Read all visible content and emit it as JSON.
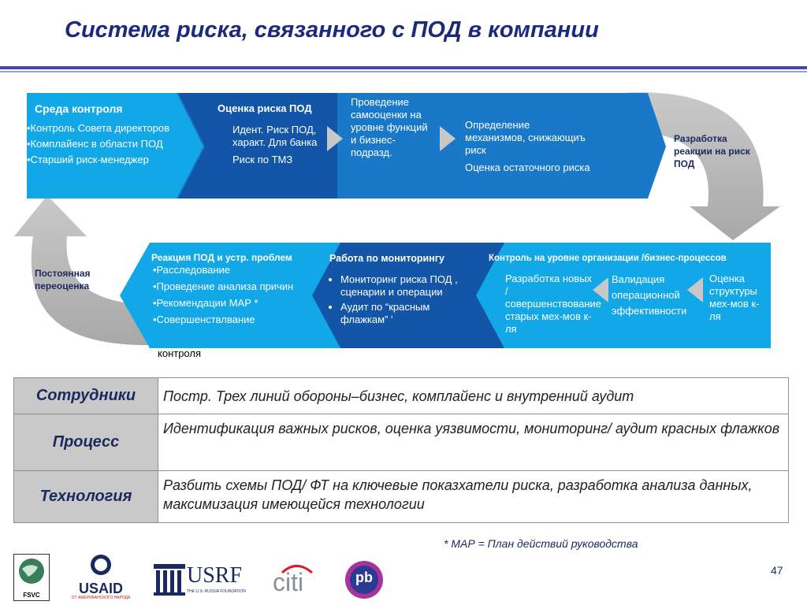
{
  "title": "Система риска, связанного с ПОД в компании",
  "top_row": {
    "control_env": {
      "heading": "Среда контроля",
      "items": [
        "•Контроль Совета директоров",
        "•Комплайенс в области ПОД",
        "•Старший риск-менеджер"
      ]
    },
    "risk_assessment": {
      "heading": "Оценка риска ПОД",
      "items": [
        "Идент. Риск ПОД, характ. Для банка",
        "Риск по ТМЗ"
      ]
    },
    "self_assessment": "Проведение самооценки на уровне функций и бизнес-подразд.",
    "mechanisms": {
      "items": [
        "Определение механизмов, снижающиъ риск",
        "Оценка остаточного риска"
      ]
    }
  },
  "right_arrow_label": "Разработка реакции на риск ПОД",
  "left_arrow_label": "Постоянная переоценка",
  "bottom_row": {
    "org_control": {
      "heading": "Контроль на уровне организации /бизнес-процессов",
      "col1": "Разработка новых / совершенствование старых мех-мов  к-ля",
      "col2": "Валидация операционной эффективности",
      "col3": "Оценка структуры мех-мов к-ля"
    },
    "monitoring": {
      "heading": "Работа по мониторингу",
      "items": [
        "Мониторинг риска ПОД , сценарии и операции",
        "Аудит по “красным флажкам” '"
      ]
    },
    "response": {
      "heading": "Реакцмя ПОД и устр. проблем",
      "items": [
        "•Расследование",
        "•Проведение анализа причин",
        "•Рекомендации  МАР *",
        "•Совершенствлвание"
      ],
      "tail": "контроля"
    }
  },
  "table": [
    {
      "label": "Сотрудники",
      "text": "Постр. Трех линий обороны–бизнес, комплайенс и внутренний аудит"
    },
    {
      "label": "Процесс",
      "text": "Идентификация важных рисков, оценка уязвимости, мониторинг/ аудит красных флажков"
    },
    {
      "label": "Технология",
      "text": "Разбить схемы ПОД/ ФТ на ключевые показхатели риска, разработка анализа данных, максимизация имеющейся технологии"
    }
  ],
  "footnote": "* МАР = План действий руководства",
  "page_number": "47",
  "logos": {
    "fsvc": "FSVC",
    "usaid": "USAID",
    "usaid_sub": "ОТ АМЕРИКАНСКОГО НАРОДА",
    "usrf": "USRF",
    "usrf_sub": "THE U.S. RUSSIA FOUNDATION",
    "citi": "citi",
    "pb": "pb"
  },
  "colors": {
    "title": "#1b2a7a",
    "light_blue": "#12a8e8",
    "mid_blue": "#1a78c8",
    "dark_blue": "#1356a8",
    "gray_arrow": "#b8b8b8"
  }
}
